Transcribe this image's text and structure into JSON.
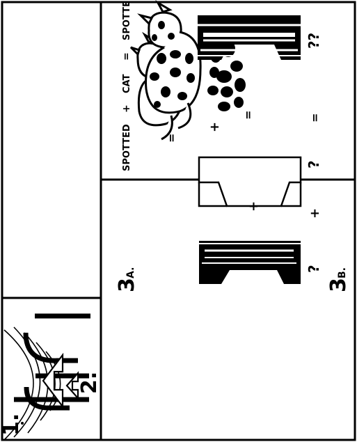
{
  "panels": {
    "p1": {
      "number": "1."
    },
    "p2": {
      "number": "2."
    },
    "p3a": {
      "number": "3",
      "suffix": "A.",
      "caption": [
        "SPOTTED",
        "+",
        "CAT",
        "=",
        "SPOTTED CAT"
      ],
      "symbols": [
        "+",
        "="
      ]
    },
    "p3b": {
      "number": "3",
      "suffix": "B.",
      "caption": [
        "?",
        "+",
        "?",
        "=",
        "??"
      ],
      "symbols": [
        "+",
        "="
      ]
    }
  },
  "colors": {
    "ink": "#000000",
    "paper": "#ffffff"
  }
}
